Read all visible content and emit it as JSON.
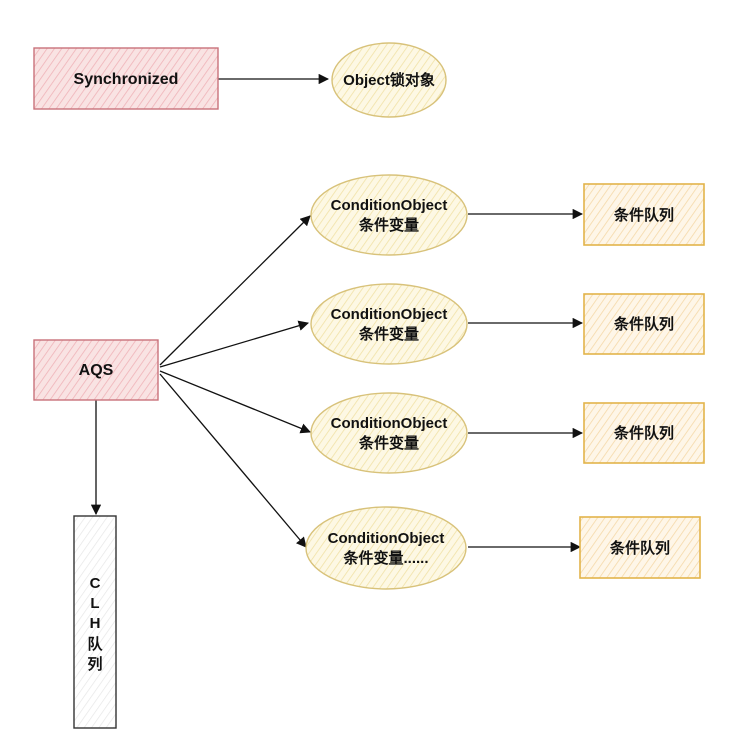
{
  "colors": {
    "red_fill": "#f6d6d6",
    "red_stroke": "#c9727b",
    "yellow_fill": "#fbf3d2",
    "yellow_stroke": "#d8c27a",
    "orange_fill": "#fdf1dc",
    "orange_stroke": "#e2b44a",
    "gray_stroke": "#333333",
    "edge": "#111111"
  },
  "nodes": {
    "synchronized": {
      "label": "Synchronized"
    },
    "object_lock": {
      "label": "Object锁对象"
    },
    "aqs": {
      "label": "AQS"
    },
    "clh_queue": {
      "chars": [
        "C",
        "L",
        "H",
        "队",
        "列"
      ]
    },
    "conditions": [
      {
        "line1": "ConditionObject",
        "line2": "条件变量"
      },
      {
        "line1": "ConditionObject",
        "line2": "条件变量"
      },
      {
        "line1": "ConditionObject",
        "line2": "条件变量"
      },
      {
        "line1": "ConditionObject",
        "line2": "条件变量......"
      }
    ],
    "queues": [
      {
        "label": "条件队列"
      },
      {
        "label": "条件队列"
      },
      {
        "label": "条件队列"
      },
      {
        "label": "条件队列"
      }
    ]
  }
}
